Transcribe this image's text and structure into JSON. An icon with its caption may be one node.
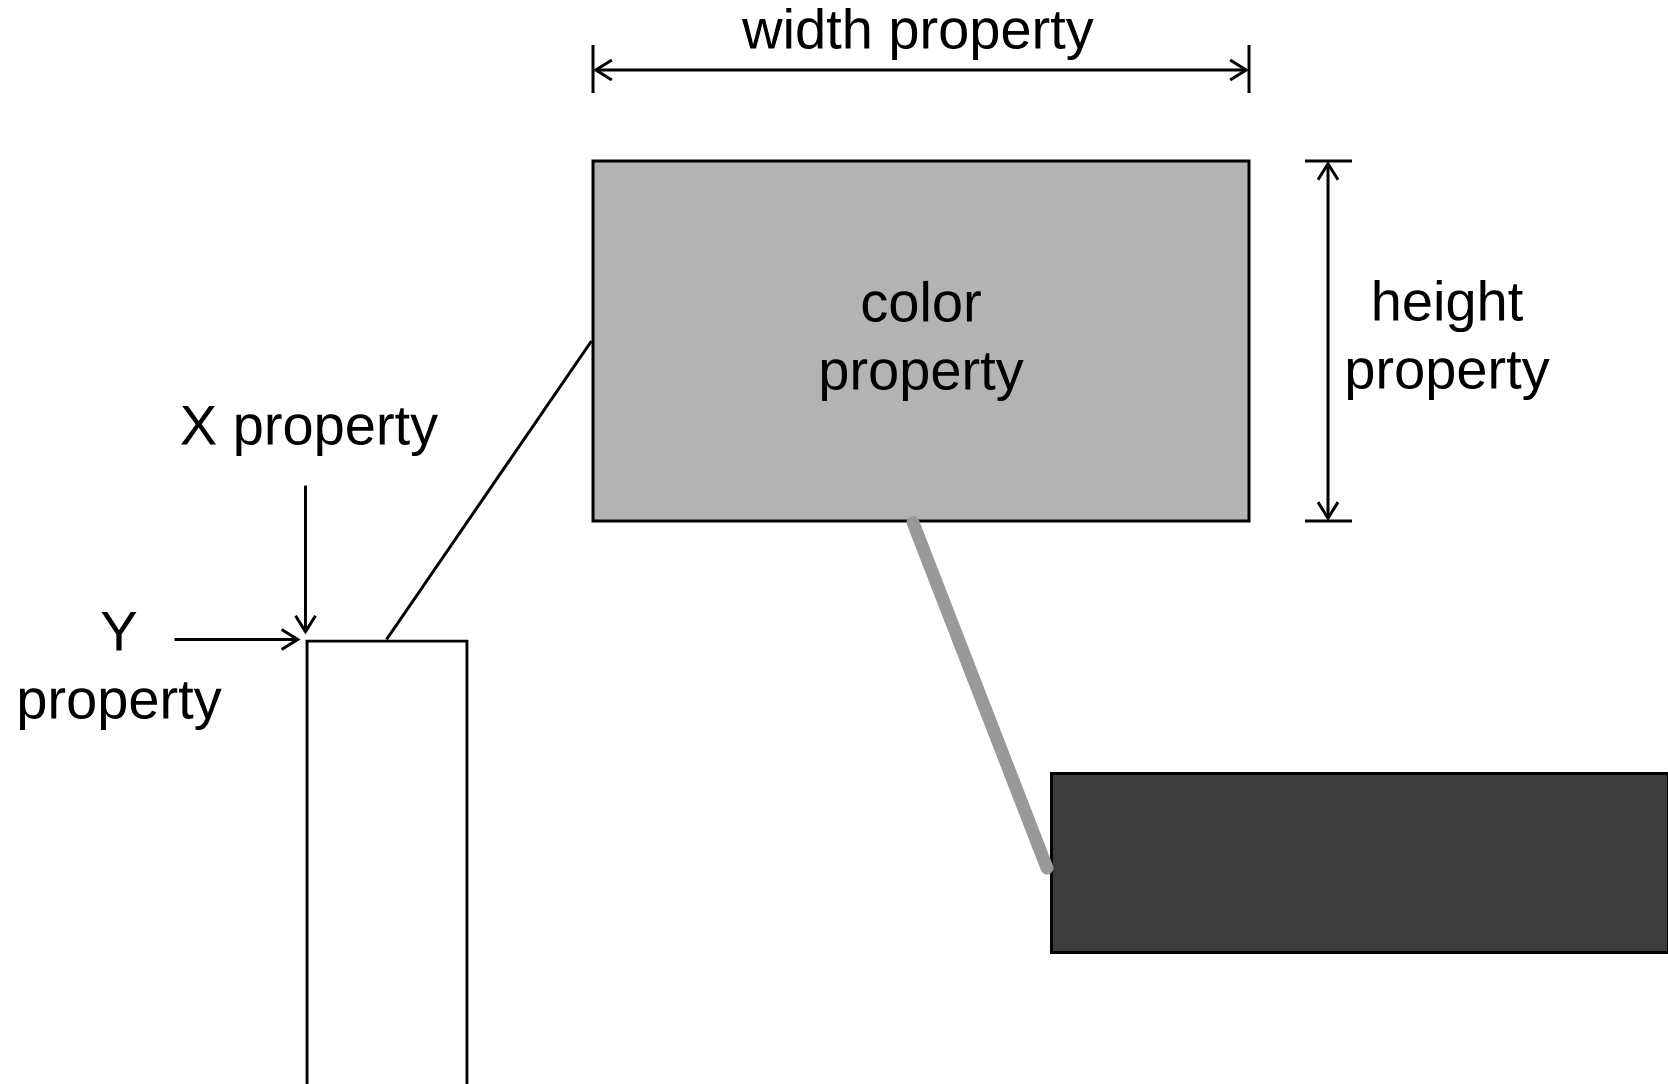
{
  "diagram": {
    "nodes": [
      {
        "text": [
          "color property"
        ]
      },
      {
        "text": [],
        "shape": "box"
      },
      {
        "text": [],
        "shape": "box"
      },
      {
        "text": [
          "X property"
        ]
      },
      {
        "text": [
          "Y property"
        ]
      }
    ],
    "edges": [
      {
        "from": 0,
        "to": 1,
        "arrow": "none"
      },
      {
        "from": 0,
        "to": 2,
        "arrow": "none",
        "style": "thick",
        "color": "#999999"
      },
      {
        "from": 3,
        "to": 1,
        "arrow": "to"
      },
      {
        "from": 4,
        "to": 1,
        "arrow": "to"
      }
    ],
    "labels": [
      "width property",
      "height property"
    ]
  }
}
